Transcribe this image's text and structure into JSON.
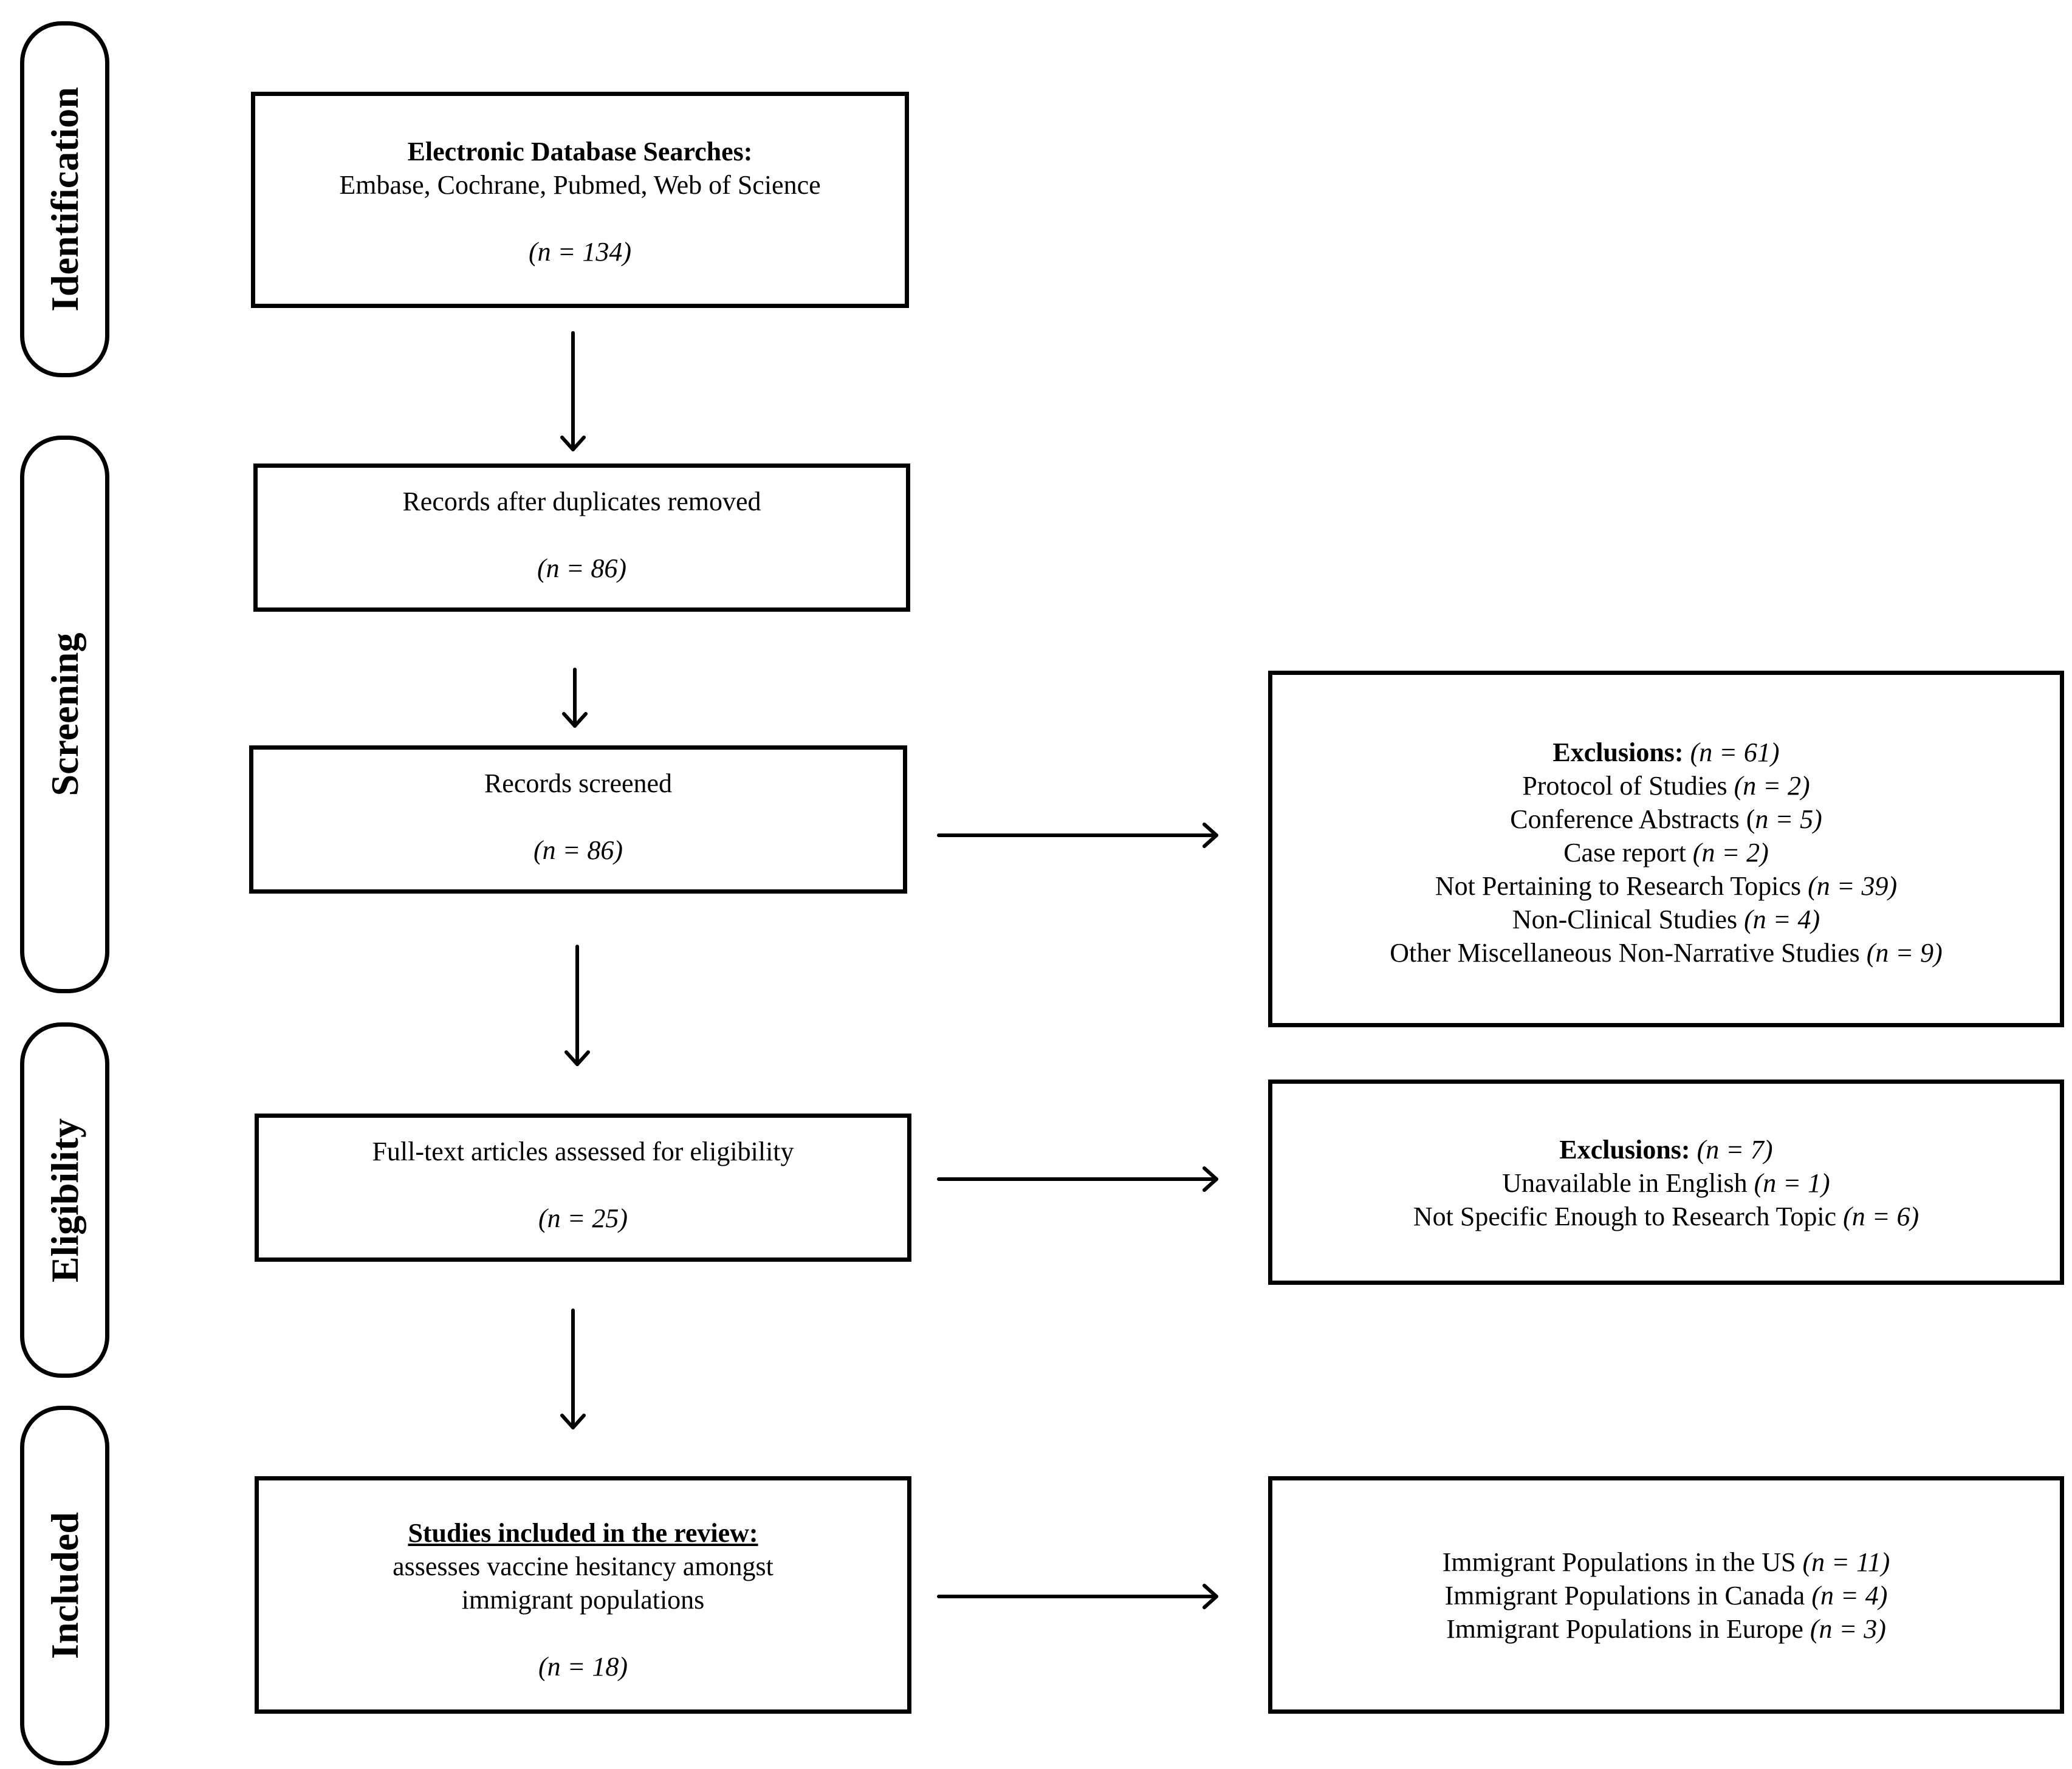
{
  "phases": {
    "identification": "Identification",
    "screening": "Screening",
    "eligibility": "Eligibility",
    "included": "Included"
  },
  "boxes": {
    "database_searches": {
      "title": "Electronic Database Searches:",
      "subtitle": "Embase, Cochrane, Pubmed, Web of Science",
      "count": "(n = 134)"
    },
    "duplicates_removed": {
      "title": "Records after duplicates removed",
      "count": "(n = 86)"
    },
    "records_screened": {
      "title": "Records screened",
      "count": "(n = 86)"
    },
    "full_text": {
      "title": "Full-text articles assessed for eligibility",
      "count": "(n = 25)"
    },
    "included": {
      "title": "Studies included in the review:",
      "line1": "assesses vaccine hesitancy amongst",
      "line2": "immigrant populations",
      "count": "(n = 18)"
    },
    "screening_exclusions": {
      "title": "Exclusions:",
      "count": "(n = 61)",
      "items": [
        {
          "label": "Protocol of Studies",
          "count": "(n = 2)"
        },
        {
          "label": "Conference Abstracts (",
          "count": "n = 5)"
        },
        {
          "label": "Case report",
          "count": "(n = 2)"
        },
        {
          "label": "Not Pertaining to Research Topics",
          "count": "(n = 39)"
        },
        {
          "label": "Non-Clinical Studies",
          "count": "(n = 4)"
        },
        {
          "label": "Other Miscellaneous Non-Narrative Studies",
          "count": "(n = 9)"
        }
      ]
    },
    "eligibility_exclusions": {
      "title": "Exclusions:",
      "count": "(n = 7)",
      "items": [
        {
          "label": "Unavailable in English",
          "count": "(n = 1)"
        },
        {
          "label": "Not Specific Enough to Research Topic",
          "count": "(n = 6)"
        }
      ]
    },
    "included_breakdown": {
      "items": [
        {
          "label": "Immigrant Populations in the US",
          "count": "(n = 11)"
        },
        {
          "label": "Immigrant Populations in Canada",
          "count": "(n = 4)"
        },
        {
          "label": "Immigrant Populations in Europe",
          "count": "(n = 3)"
        }
      ]
    }
  }
}
